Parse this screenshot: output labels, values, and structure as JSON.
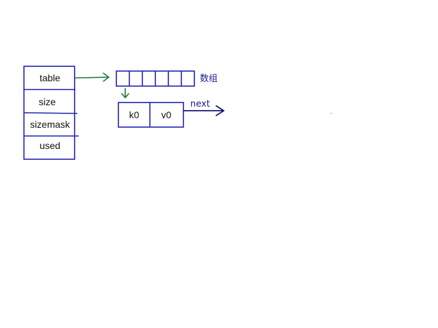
{
  "struct": {
    "fields": [
      "table",
      "size",
      "sizemask",
      "used"
    ]
  },
  "array": {
    "label": "数组",
    "slot_count": 6
  },
  "entry": {
    "key": "k0",
    "value": "v0",
    "next_label": "next"
  },
  "colors": {
    "box_stroke": "#1f1fb4",
    "pointer_green": "#1a7a3a",
    "next_arrow": "#14146e",
    "label_text": "#1a1a8c"
  }
}
